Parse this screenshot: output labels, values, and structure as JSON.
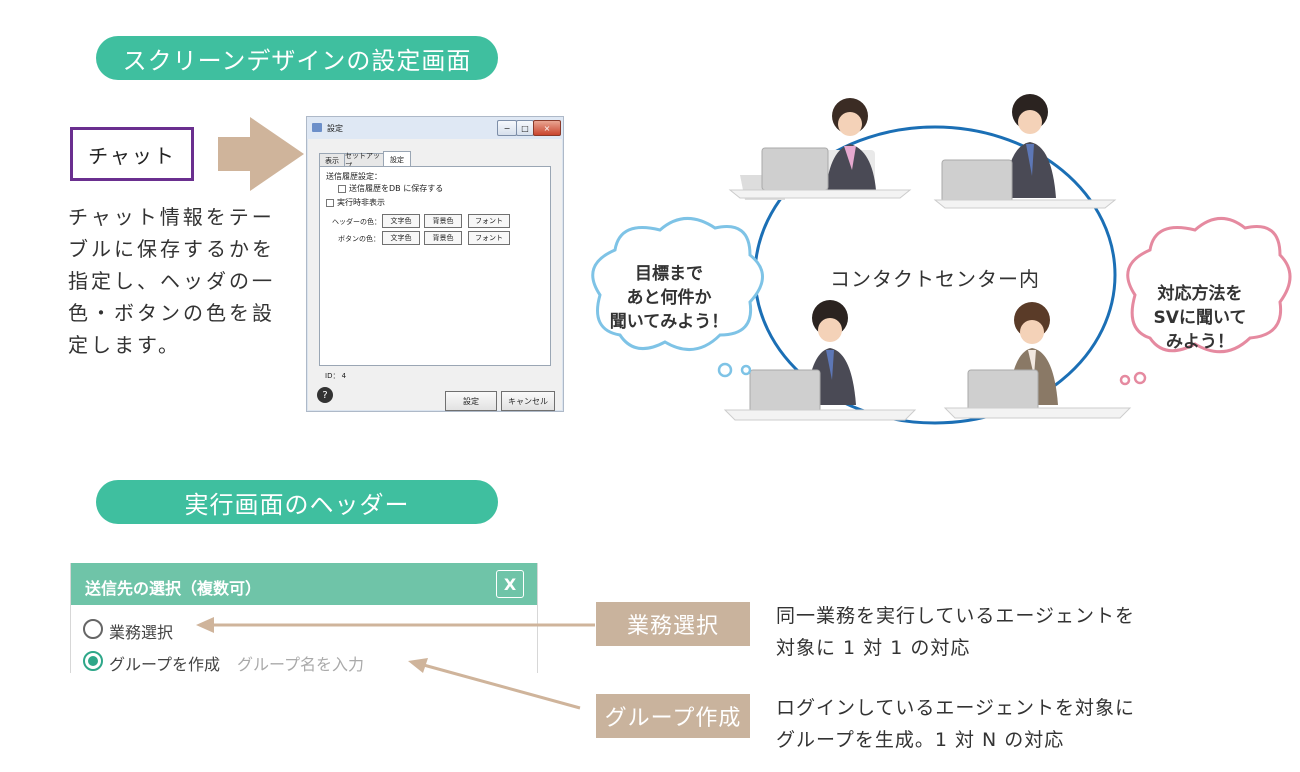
{
  "sections": {
    "screen_design_title": "スクリーンデザインの設定画面",
    "runtime_header_title": "実行画面のヘッダー"
  },
  "chat_label": "チャット",
  "chat_description": [
    "チャット情報をテー",
    "ブルに保存するかを",
    "指定し、ヘッダの一",
    "色・ボタンの色を設",
    "定します。"
  ],
  "settings_dialog": {
    "title": "設定",
    "minimize": "−",
    "maximize": "□",
    "close": "×",
    "tabs": [
      "表示",
      "セットアップ",
      "設定"
    ],
    "history_heading": "送信履歴設定：",
    "save_history_db": "送信履歴をDB に保存する",
    "show_time": "実行時非表示",
    "header_color_label": "ヘッダーの色：",
    "button_color_label": "ボタンの色：",
    "text_color": "文字色",
    "bg_color": "背景色",
    "font": "フォント",
    "id_label": "ID： 4",
    "ok": "設定",
    "cancel": "キャンセル"
  },
  "contact_center": {
    "label": "コンタクトセンター内",
    "left_bubble": [
      "目標まで",
      "あと何件か",
      "聞いてみよう！"
    ],
    "right_bubble": [
      "対応方法を",
      "SVに聞いて",
      "みよう！"
    ]
  },
  "header_mock": {
    "title": "送信先の選択（複数可）",
    "close": "X",
    "option_business": "業務選択",
    "option_group": "グループを作成",
    "group_placeholder": "グループ名を入力"
  },
  "callouts": {
    "business_tag": "業務選択",
    "business_desc": [
      "同一業務を実行しているエージェントを",
      "対象に 1 対 1 の対応"
    ],
    "group_tag": "グループ作成",
    "group_desc": [
      "ログインしているエージェントを対象に",
      "グループを生成。1 対 N の対応"
    ]
  },
  "colors": {
    "teal": "#3fbf9f",
    "purple": "#6a2f8f",
    "beige": "#c9b39d",
    "blue_bubble": "#7ec3e6",
    "pink_bubble": "#e58aa0",
    "circle": "#1b6fb5"
  }
}
